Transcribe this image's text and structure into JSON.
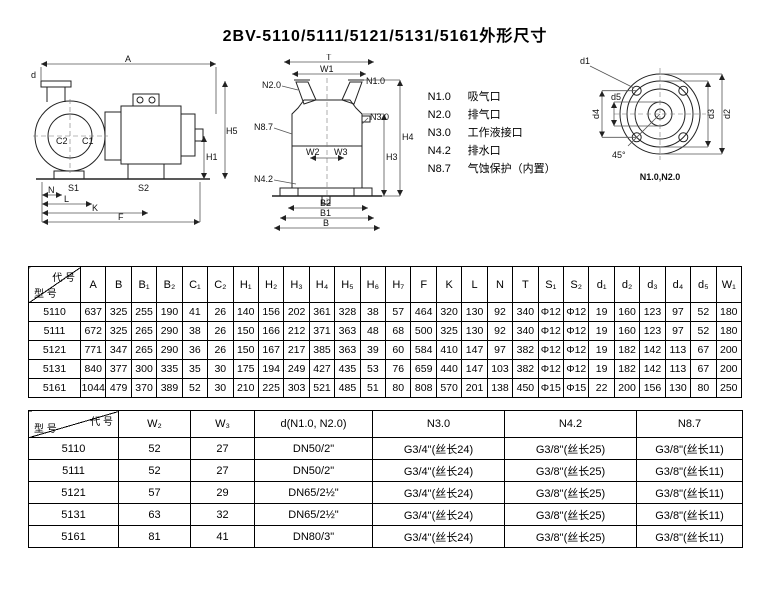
{
  "page": {
    "title": "2BV-5110/5111/5121/5131/5161外形尺寸"
  },
  "legend": {
    "items": [
      {
        "code": "N1.0",
        "label": "吸气口"
      },
      {
        "code": "N2.0",
        "label": "排气口"
      },
      {
        "code": "N3.0",
        "label": "工作液接口"
      },
      {
        "code": "N4.2",
        "label": "排水口"
      },
      {
        "code": "N8.7",
        "label": "气蚀保护（内置）"
      }
    ]
  },
  "figures": {
    "side_view": {
      "labels": {
        "A": "A",
        "d": "d",
        "C2": "C2",
        "C1": "C1",
        "H1": "H1",
        "H5": "H5",
        "S1": "S1",
        "S2": "S2",
        "N": "N",
        "L": "L",
        "K": "K",
        "F": "F"
      }
    },
    "front_view": {
      "labels": {
        "T": "T",
        "W1": "W1",
        "N20": "N2.0",
        "N10": "N1.0",
        "N87": "N8.7",
        "N30": "N3.0",
        "W2": "W2",
        "W3": "W3",
        "H4": "H4",
        "H3": "H3",
        "N42": "N4.2",
        "B2": "B2",
        "B1": "B1",
        "B": "B"
      }
    },
    "end_view": {
      "labels": {
        "d1": "d1",
        "d4": "d4",
        "d5": "d5",
        "d3": "d3",
        "d2": "d2",
        "angle": "45°",
        "ports": "N1.0,N2.0"
      }
    }
  },
  "table1": {
    "corner": {
      "top": "代 号",
      "bottom": "型 号"
    },
    "headers": [
      "A",
      "B",
      "B₁",
      "B₂",
      "C₁",
      "C₂",
      "H₁",
      "H₂",
      "H₃",
      "H₄",
      "H₅",
      "H₆",
      "H₇",
      "F",
      "K",
      "L",
      "N",
      "T",
      "S₁",
      "S₂",
      "d₁",
      "d₂",
      "d₃",
      "d₄",
      "d₅",
      "W₁"
    ],
    "rows": [
      {
        "model": "5110",
        "cells": [
          "637",
          "325",
          "255",
          "190",
          "41",
          "26",
          "140",
          "156",
          "202",
          "361",
          "328",
          "38",
          "57",
          "464",
          "320",
          "130",
          "92",
          "340",
          "Φ12",
          "Φ12",
          "19",
          "160",
          "123",
          "97",
          "52",
          "180"
        ]
      },
      {
        "model": "5111",
        "cells": [
          "672",
          "325",
          "265",
          "290",
          "38",
          "26",
          "150",
          "166",
          "212",
          "371",
          "363",
          "48",
          "68",
          "500",
          "325",
          "130",
          "92",
          "340",
          "Φ12",
          "Φ12",
          "19",
          "160",
          "123",
          "97",
          "52",
          "180"
        ]
      },
      {
        "model": "5121",
        "cells": [
          "771",
          "347",
          "265",
          "290",
          "36",
          "26",
          "150",
          "167",
          "217",
          "385",
          "363",
          "39",
          "60",
          "584",
          "410",
          "147",
          "97",
          "382",
          "Φ12",
          "Φ12",
          "19",
          "182",
          "142",
          "113",
          "67",
          "200"
        ]
      },
      {
        "model": "5131",
        "cells": [
          "840",
          "377",
          "300",
          "335",
          "35",
          "30",
          "175",
          "194",
          "249",
          "427",
          "435",
          "53",
          "76",
          "659",
          "440",
          "147",
          "103",
          "382",
          "Φ12",
          "Φ12",
          "19",
          "182",
          "142",
          "113",
          "67",
          "200"
        ]
      },
      {
        "model": "5161",
        "cells": [
          "1044",
          "479",
          "370",
          "389",
          "52",
          "30",
          "210",
          "225",
          "303",
          "521",
          "485",
          "51",
          "80",
          "808",
          "570",
          "201",
          "138",
          "450",
          "Φ15",
          "Φ15",
          "22",
          "200",
          "156",
          "130",
          "80",
          "250"
        ]
      }
    ]
  },
  "table2": {
    "corner": {
      "top": "代 号",
      "bottom": "型 号"
    },
    "headers": [
      "W₂",
      "W₃",
      "d(N1.0, N2.0)",
      "N3.0",
      "N4.2",
      "N8.7"
    ],
    "rows": [
      {
        "model": "5110",
        "cells": [
          "52",
          "27",
          "DN50/2\"",
          "G3/4\"(丝长24)",
          "G3/8\"(丝长25)",
          "G3/8\"(丝长11)"
        ]
      },
      {
        "model": "5111",
        "cells": [
          "52",
          "27",
          "DN50/2\"",
          "G3/4\"(丝长24)",
          "G3/8\"(丝长25)",
          "G3/8\"(丝长11)"
        ]
      },
      {
        "model": "5121",
        "cells": [
          "57",
          "29",
          "DN65/2½\"",
          "G3/4\"(丝长24)",
          "G3/8\"(丝长25)",
          "G3/8\"(丝长11)"
        ]
      },
      {
        "model": "5131",
        "cells": [
          "63",
          "32",
          "DN65/2½\"",
          "G3/4\"(丝长24)",
          "G3/8\"(丝长25)",
          "G3/8\"(丝长11)"
        ]
      },
      {
        "model": "5161",
        "cells": [
          "81",
          "41",
          "DN80/3\"",
          "G3/4\"(丝长24)",
          "G3/8\"(丝长25)",
          "G3/8\"(丝长11)"
        ]
      }
    ]
  }
}
